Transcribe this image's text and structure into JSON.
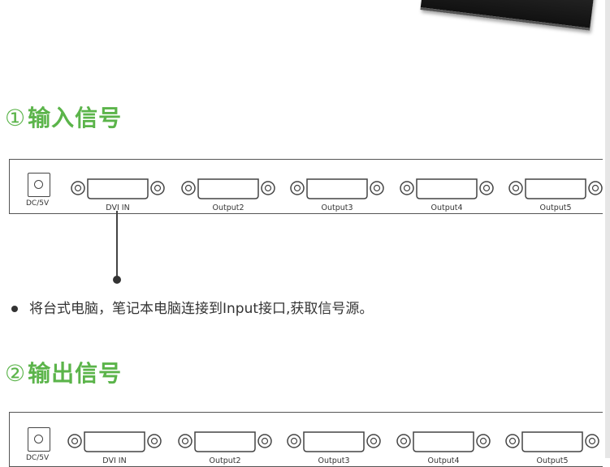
{
  "input_section": {
    "heading_number": "①",
    "heading_text": "输入信号",
    "panel": {
      "power_label": "DC/5V",
      "ports": [
        "DVI IN",
        "Output2",
        "Output3",
        "Output4",
        "Output5"
      ]
    },
    "description": "将台式电脑，笔记本电脑连接到Input接口,获取信号源。"
  },
  "output_section": {
    "heading_number": "②",
    "heading_text": "输出信号",
    "panel": {
      "power_label": "DC/5V",
      "ports": [
        "DVI IN",
        "Output2",
        "Output3",
        "Output4",
        "Output5"
      ]
    }
  },
  "colors": {
    "heading": "#5bb44a",
    "panel_border": "#555555",
    "text": "#333333"
  }
}
